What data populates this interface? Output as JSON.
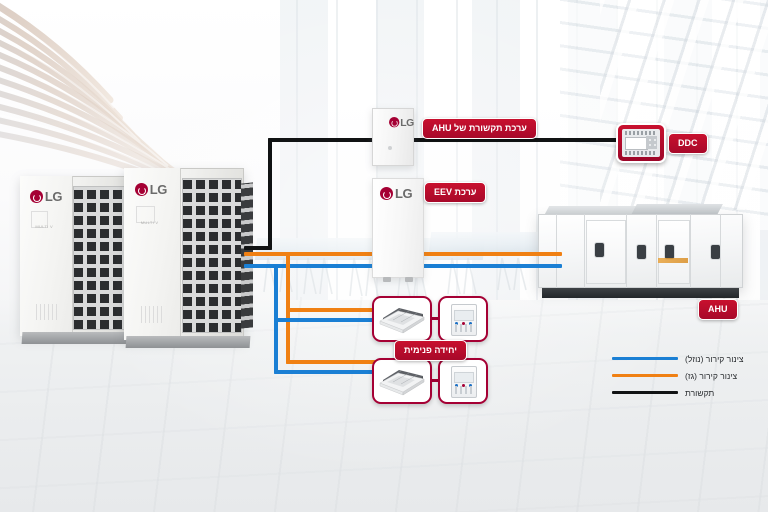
{
  "diagram": {
    "title_alt": "LG VRF AHU system diagram",
    "labels": {
      "ahu_comm_kit": "ערכת תקשורת של AHU",
      "eev_kit": "ערכת EEV",
      "indoor_unit": "יחידה פנימית",
      "ahu": "AHU",
      "ddc": "DDC"
    },
    "brand": {
      "name": "LG",
      "red": "#A50034"
    },
    "legend": [
      {
        "id": "liquid-pipe",
        "label": "צינור קירור (נוזל)",
        "color": "#1A7FD4"
      },
      {
        "id": "gas-pipe",
        "label": "צינור קירור (גז)",
        "color": "#F08013"
      },
      {
        "id": "comm-line",
        "label": "תקשורת",
        "color": "#111314"
      }
    ],
    "devices": [
      {
        "id": "outdoor-unit-1",
        "type": "vrf-outdoor-unit",
        "brand": "LG"
      },
      {
        "id": "outdoor-unit-2",
        "type": "vrf-outdoor-unit",
        "brand": "LG"
      },
      {
        "id": "ahu-comm-kit",
        "type": "control-box",
        "brand": "LG"
      },
      {
        "id": "eev-kit",
        "type": "eev-cabinet",
        "brand": "LG"
      },
      {
        "id": "ahu-unit",
        "type": "air-handling-unit"
      },
      {
        "id": "ddc-controller",
        "type": "ddc-controller"
      },
      {
        "id": "cassette-1",
        "type": "ceiling-cassette"
      },
      {
        "id": "remote-1",
        "type": "wall-remote-controller"
      },
      {
        "id": "cassette-2",
        "type": "ceiling-cassette"
      },
      {
        "id": "remote-2",
        "type": "wall-remote-controller"
      }
    ]
  }
}
